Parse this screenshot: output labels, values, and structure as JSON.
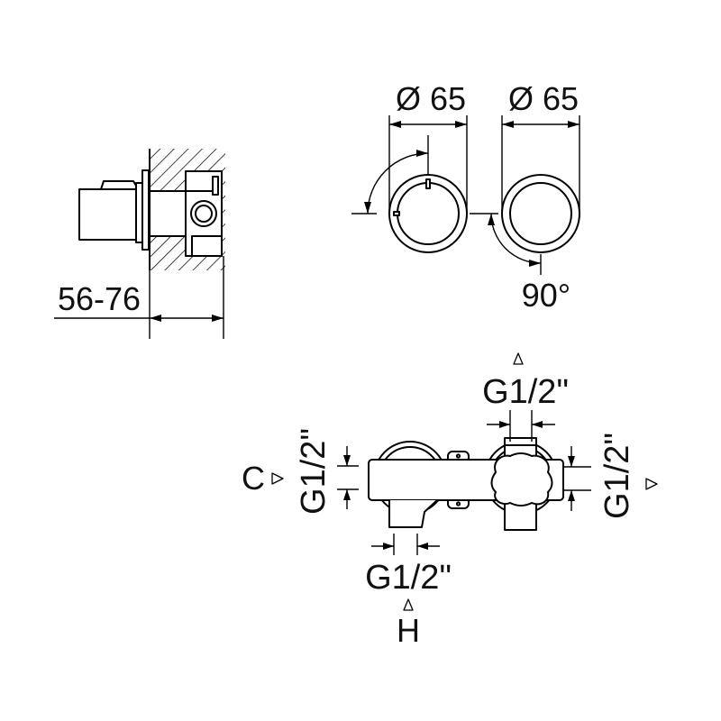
{
  "side_view": {
    "wall_depth_dimension": "56-76"
  },
  "front_view": {
    "knob_diameter_left": "Ø 65",
    "knob_diameter_right": "Ø 65",
    "rotation_angle": "90°"
  },
  "plan_view": {
    "top_thread": "G1/2\"",
    "bottom_thread": "G1/2\"",
    "left_thread": "G1/2\"",
    "right_thread": "G1/2\"",
    "left_port_label": "C",
    "bottom_port_label": "H"
  },
  "icons": {
    "port_marker": "triangle-marker-icon",
    "dimension_arrow": "arrowhead-icon"
  },
  "colors": {
    "line": "#000000",
    "background": "#ffffff"
  }
}
